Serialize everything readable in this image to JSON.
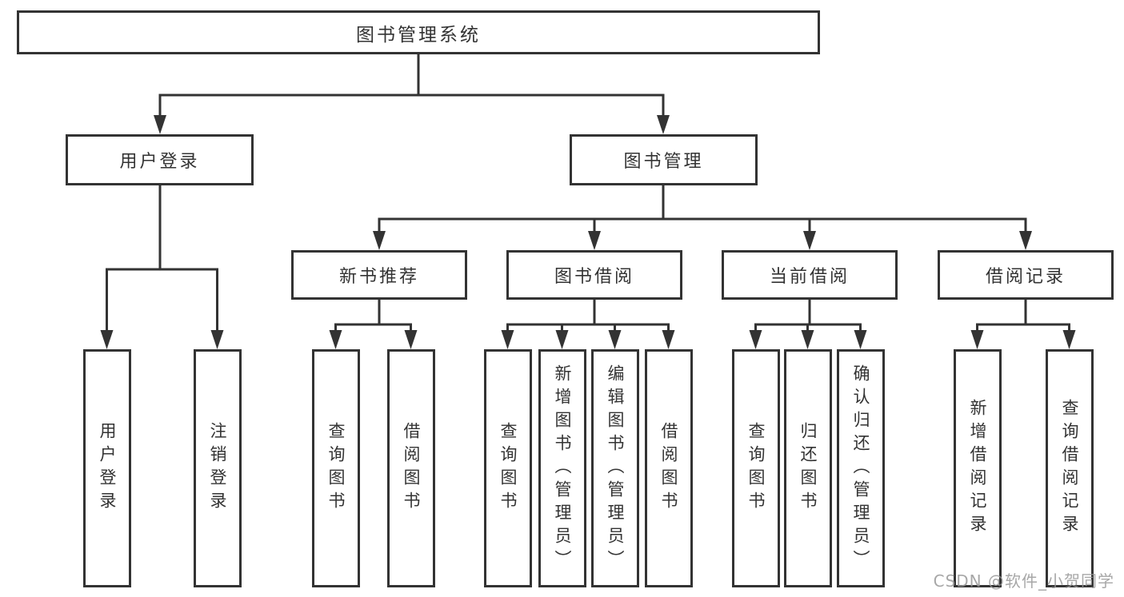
{
  "diagram": {
    "root": {
      "label": "图书管理系统",
      "children": [
        {
          "label": "用户登录",
          "children": [
            {
              "label": "用户登录"
            },
            {
              "label": "注销登录"
            }
          ]
        },
        {
          "label": "图书管理",
          "children": [
            {
              "label": "新书推荐",
              "children": [
                {
                  "label": "查询图书"
                },
                {
                  "label": "借阅图书"
                }
              ]
            },
            {
              "label": "图书借阅",
              "children": [
                {
                  "label": "查询图书"
                },
                {
                  "label": "新增图书（管理员）"
                },
                {
                  "label": "编辑图书（管理员）"
                },
                {
                  "label": "借阅图书"
                }
              ]
            },
            {
              "label": "当前借阅",
              "children": [
                {
                  "label": "查询图书"
                },
                {
                  "label": "归还图书"
                },
                {
                  "label": "确认归还（管理员）"
                }
              ]
            },
            {
              "label": "借阅记录",
              "children": [
                {
                  "label": "新增借阅记录"
                },
                {
                  "label": "查询借阅记录"
                }
              ]
            }
          ]
        }
      ]
    }
  },
  "watermark": {
    "text": "CSDN @软件_小贺同学"
  },
  "colors": {
    "line": "#333333",
    "box_border": "#333333",
    "text": "#333333",
    "background": "#ffffff",
    "watermark": "#989898"
  }
}
